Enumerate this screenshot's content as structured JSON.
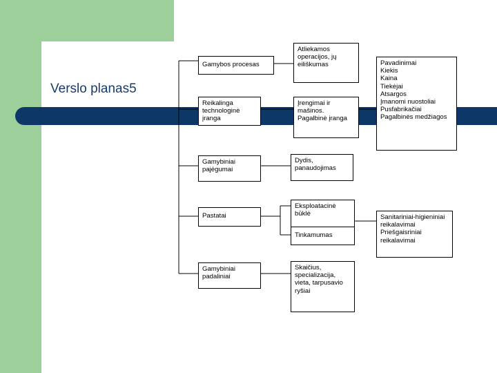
{
  "slide": {
    "title": "Verslo planas5"
  },
  "diagram": {
    "col1": [
      "Gamybos procesas",
      "Reikalinga technologinė įranga",
      "Gamybiniai pajėgumai",
      "Pastatai",
      "Gamybiniai padaliniai"
    ],
    "col2": [
      "Atliekamos operacijos, jų eiliškumas",
      "Įrengimai ir mašinos. Pagalbinė įranga",
      "Dydis, panaudojimas",
      "Eksploatacinė būklė",
      "Tinkamumas",
      "Skaičius, specializacija, vieta, tarpusavio ryšiai"
    ],
    "col3": [
      "Pavadinimai\nKiekis\nKaina\nTiekėjai\nAtsargos\nĮmanomi nuostoliai\nPusfabrikačiai\nPagalbinės medžiagos",
      "Sanitariniai-higieniniai reikalavimai\nPriešgaisriniai reikalavimai"
    ]
  }
}
